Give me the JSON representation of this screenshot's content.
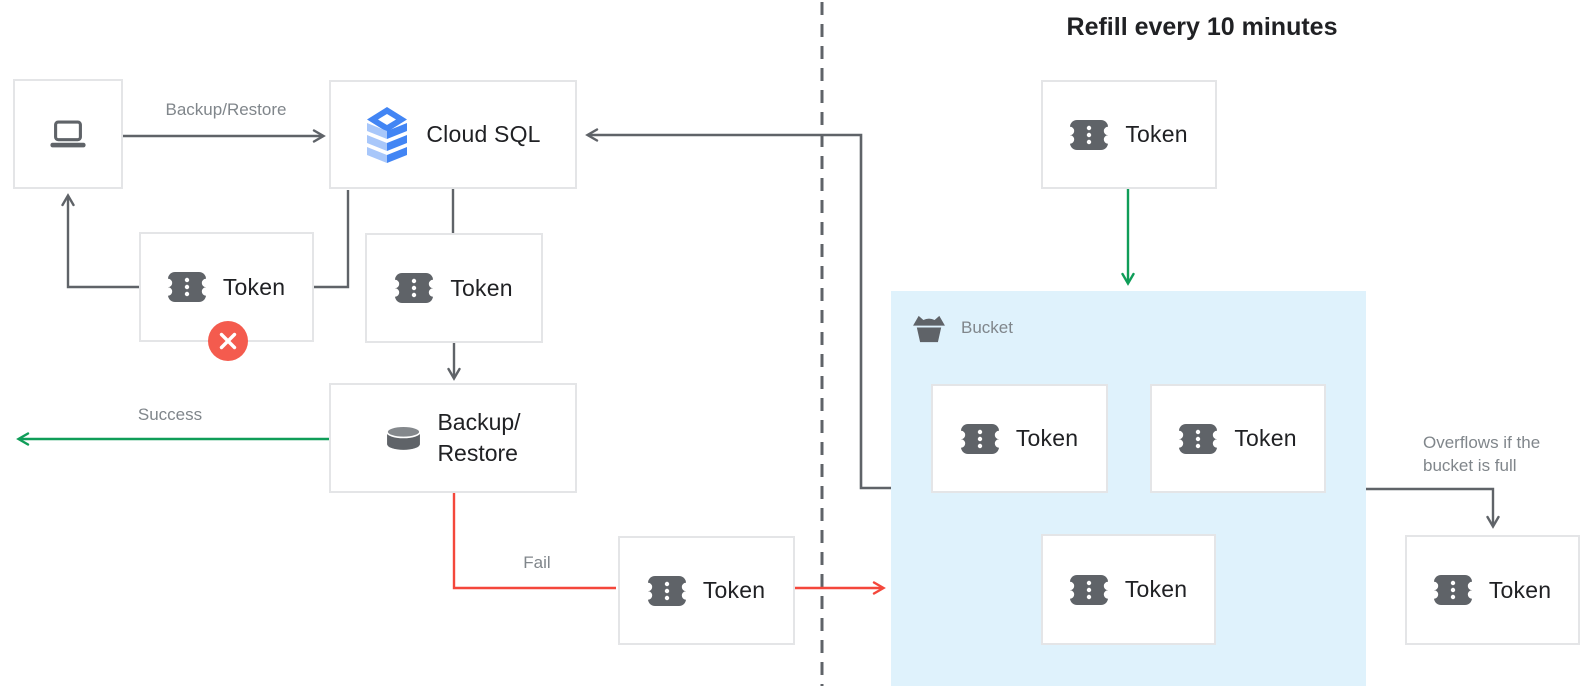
{
  "title": "Refill every 10 minutes",
  "labels": {
    "token": "Token",
    "cloud_sql": "Cloud SQL",
    "backup_restore_line1": "Backup/",
    "backup_restore_line2": "Restore",
    "bucket": "Bucket"
  },
  "edge_labels": {
    "client_to_cloudsql": "Backup/Restore",
    "success": "Success",
    "fail": "Fail",
    "overflow_line1": "Overflows if the",
    "overflow_line2": "bucket is full"
  },
  "colors": {
    "arrow": "#5F6368",
    "green": "#0F9D58",
    "red": "#F4473B",
    "badge_red": "#F45B4E",
    "bucket_bg": "#DFF2FC",
    "label_gray": "#80868B",
    "text_dark": "#202124",
    "border": "#E4E5E7",
    "icon_gray": "#5F6368",
    "cloud_blue": "#4285F4",
    "cloud_blue_light": "#A8C7FA"
  }
}
